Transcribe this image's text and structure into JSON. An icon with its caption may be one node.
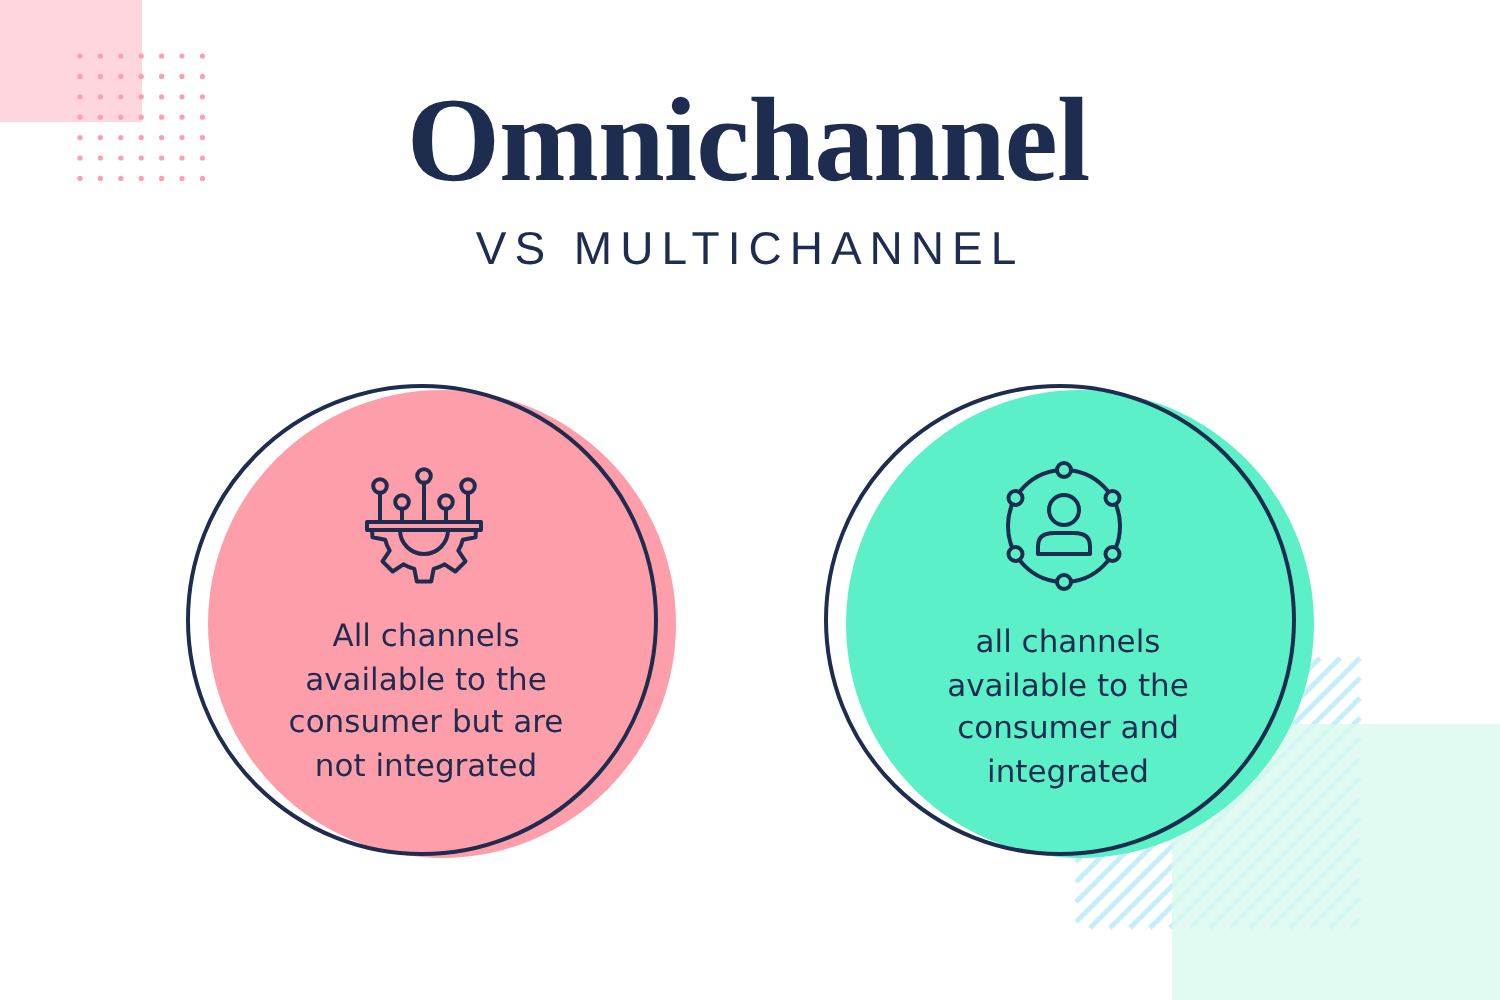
{
  "diagram": {
    "title": "Omnichannel",
    "nodes": [
      {
        "text": [
          "All channels available to the consumer but are not integrated"
        ]
      },
      {
        "text": [
          "all channels available to the consumer and integrated"
        ]
      }
    ],
    "labels": [
      "VS MULTICHANNEL"
    ]
  }
}
